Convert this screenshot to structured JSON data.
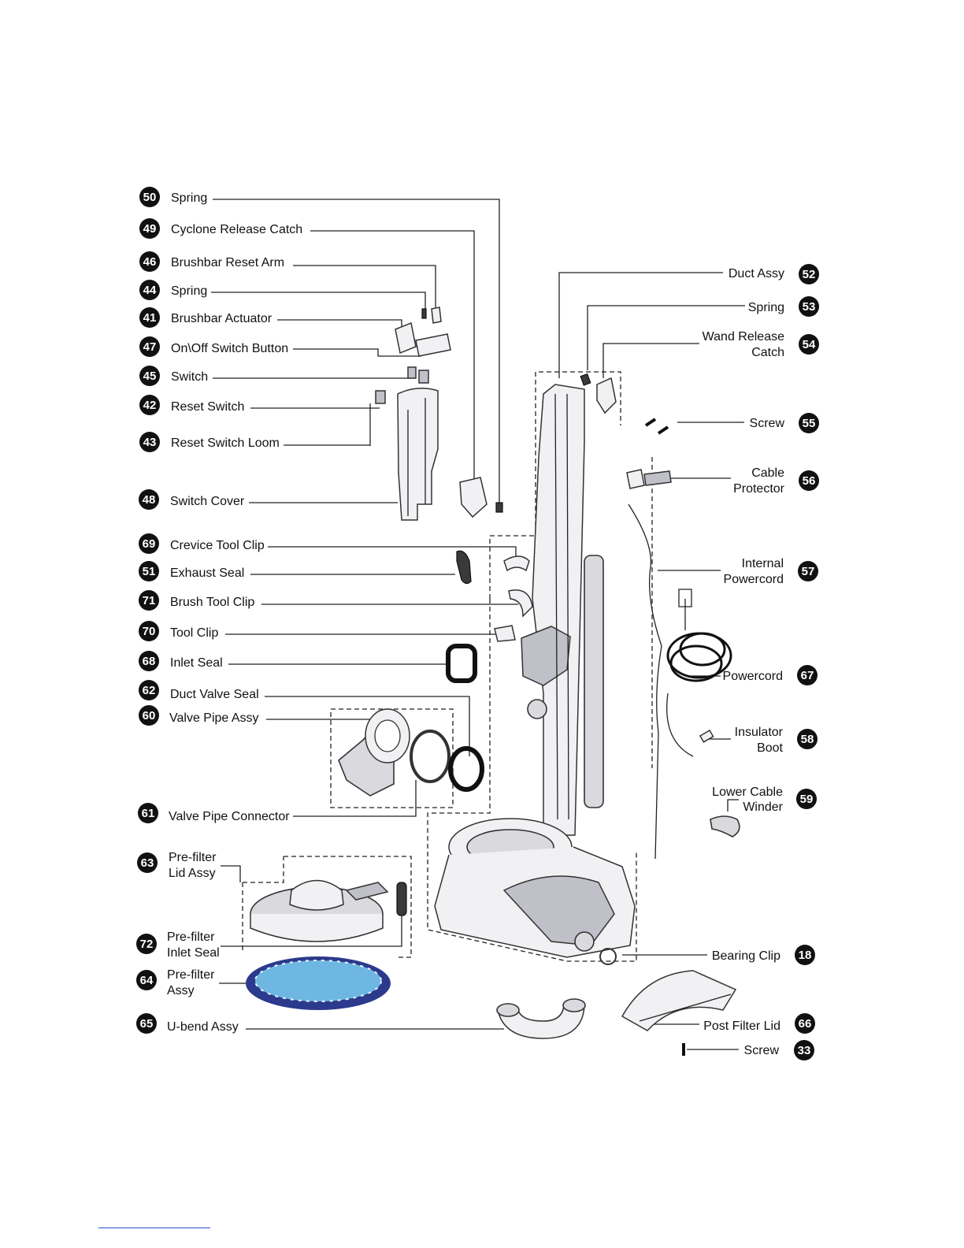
{
  "callouts_left": [
    {
      "number": "50",
      "label": "Spring"
    },
    {
      "number": "49",
      "label": "Cyclone Release Catch"
    },
    {
      "number": "46",
      "label": "Brushbar Reset Arm"
    },
    {
      "number": "44",
      "label": "Spring"
    },
    {
      "number": "41",
      "label": "Brushbar Actuator"
    },
    {
      "number": "47",
      "label": "On\\Off Switch Button"
    },
    {
      "number": "45",
      "label": "Switch"
    },
    {
      "number": "42",
      "label": "Reset Switch"
    },
    {
      "number": "43",
      "label": "Reset Switch Loom"
    },
    {
      "number": "48",
      "label": "Switch Cover"
    },
    {
      "number": "69",
      "label": "Crevice Tool Clip"
    },
    {
      "number": "51",
      "label": "Exhaust Seal"
    },
    {
      "number": "71",
      "label": "Brush Tool Clip"
    },
    {
      "number": "70",
      "label": "Tool Clip"
    },
    {
      "number": "68",
      "label": "Inlet Seal"
    },
    {
      "number": "62",
      "label": "Duct Valve Seal"
    },
    {
      "number": "60",
      "label": "Valve Pipe Assy"
    },
    {
      "number": "61",
      "label": "Valve Pipe Connector"
    },
    {
      "number": "63",
      "label_lines": [
        "Pre-filter",
        "Lid Assy"
      ]
    },
    {
      "number": "72",
      "label_lines": [
        "Pre-filter",
        "Inlet Seal"
      ]
    },
    {
      "number": "64",
      "label_lines": [
        "Pre-filter",
        "Assy"
      ]
    },
    {
      "number": "65",
      "label": "U-bend Assy"
    }
  ],
  "callouts_right": [
    {
      "number": "52",
      "label": "Duct Assy"
    },
    {
      "number": "53",
      "label": "Spring"
    },
    {
      "number": "54",
      "label_lines": [
        "Wand Release",
        "Catch"
      ]
    },
    {
      "number": "55",
      "label": "Screw"
    },
    {
      "number": "56",
      "label_lines": [
        "Cable",
        "Protector"
      ]
    },
    {
      "number": "57",
      "label_lines": [
        "Internal",
        "Powercord"
      ]
    },
    {
      "number": "67",
      "label": "Powercord"
    },
    {
      "number": "58",
      "label_lines": [
        "Insulator",
        "Boot"
      ]
    },
    {
      "number": "59",
      "label_lines": [
        "Lower Cable",
        "Winder"
      ]
    },
    {
      "number": "18",
      "label": "Bearing Clip"
    },
    {
      "number": "66",
      "label": "Post Filter Lid"
    },
    {
      "number": "33",
      "label": "Screw"
    }
  ],
  "colors": {
    "badge": "#111111",
    "prefilter_ring": "#2b3a8c",
    "prefilter_face": "#6fb7e3"
  }
}
